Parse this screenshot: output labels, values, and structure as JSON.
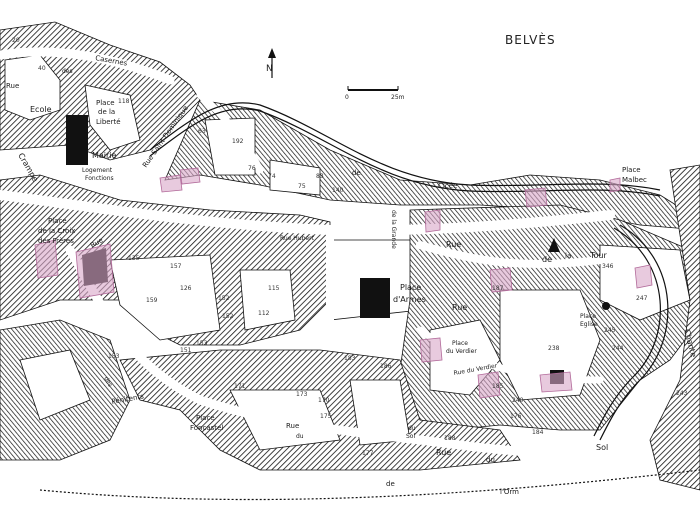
{
  "title": "BELVÈS",
  "north_label": "N",
  "scale": {
    "start": "0",
    "end": "25m"
  },
  "colors": {
    "ink": "#1a1a1a",
    "highlight": "#d9a6c8",
    "paper": "#ffffff"
  },
  "labels": {
    "rue_des_casernes_1": "Rue",
    "rue_des_casernes_2": "des",
    "rue_des_casernes_3": "Casernes",
    "ecole": "Ecole",
    "place_liberte_1": "Place",
    "place_liberte_2": "de la",
    "place_liberte_3": "Liberté",
    "mairie": "Mairie",
    "logement": "Logement",
    "logement_2": "Fonctions",
    "crampe": "Crampe",
    "rue_saint_dominique": "Rue Saint Dominique",
    "place_croix_1": "Place",
    "place_croix_2": "de la Croix",
    "place_croix_3": "des Frères",
    "rue_left": "Rue",
    "rue_hubert": "Rue Hubert",
    "rue_de_la_grande": "de la Grande",
    "cicee": "Cicée",
    "de": "de",
    "place_malbec_1": "Place",
    "place_malbec_2": "Malbec",
    "rue_tour_1": "Rue",
    "rue_tour_2": "de",
    "rue_tour_3": "Tour",
    "rue_tour_4": "la",
    "place_armes_1": "Place",
    "place_armes_2": "d'Armes",
    "rue_lower": "Rue",
    "place_verdier_1": "Place",
    "place_verdier_2": "du Verdier",
    "rue_verdier": "Rue du Verdier",
    "place_eglise": "Place",
    "place_eglise_2": "Eglise",
    "penitents": "Pénitents",
    "des": "des",
    "place_foncastel_1": "Place",
    "place_foncastel_2": "Foncastel",
    "rue_bottom": "Rue",
    "du": "du",
    "rue_sol_1": "Rue",
    "rue_sol_2": "du",
    "rue_sol_3": "Sol",
    "place_du_2": "du",
    "place_du_sol": "Sol",
    "de_bottom": "de",
    "orm": "l'Orm",
    "chante": "Chante"
  },
  "parcels": [
    "20",
    "40",
    "118",
    "63",
    "192",
    "76",
    "74",
    "75",
    "83",
    "140",
    "135",
    "157",
    "152",
    "126",
    "153",
    "151",
    "152",
    "115",
    "112",
    "183",
    "170",
    "175",
    "177",
    "176",
    "238",
    "244",
    "245",
    "346",
    "247",
    "243",
    "187",
    "185",
    "184",
    "188",
    "240",
    "153",
    "159",
    "171",
    "186",
    "173"
  ]
}
